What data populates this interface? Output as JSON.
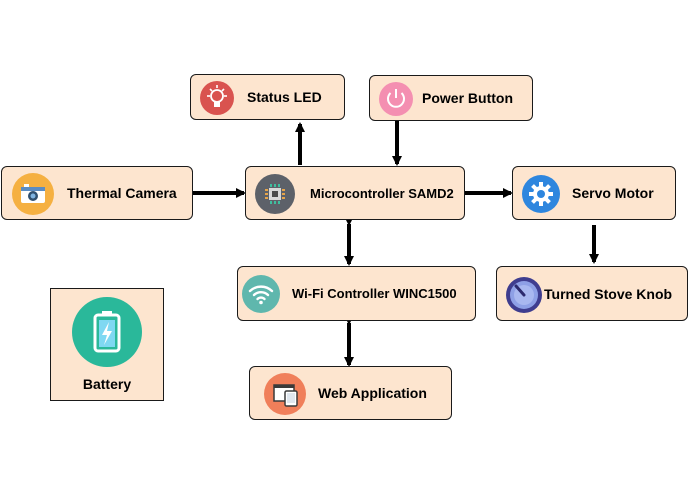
{
  "nodes": {
    "status_led": "Status LED",
    "power_button": "Power Button",
    "thermal_camera": "Thermal Camera",
    "microcontroller": "Microcontroller SAMD2",
    "servo_motor": "Servo Motor",
    "wifi_controller": "Wi-Fi Controller WINC1500",
    "turned_stove_knob": "Turned Stove Knob",
    "battery": "Battery",
    "web_application": "Web Application"
  },
  "icons": {
    "status_led": "lightbulb-icon",
    "power_button": "power-icon",
    "thermal_camera": "camera-icon",
    "microcontroller": "chip-icon",
    "servo_motor": "gear-icon",
    "wifi_controller": "wifi-icon",
    "turned_stove_knob": "knob-icon",
    "battery": "battery-icon",
    "web_application": "devices-icon"
  },
  "colors": {
    "node_fill": "#fde5cf",
    "border": "#1a1a1a",
    "bulb": "#d9534f",
    "power": "#f48fb1",
    "camera": "#f5b041",
    "chip": "#5d6169",
    "gear": "#2e86de",
    "wifi": "#5fb7ad",
    "knob": "#6a5acd",
    "battery": "#2ab89a",
    "devices": "#f07f5a"
  }
}
